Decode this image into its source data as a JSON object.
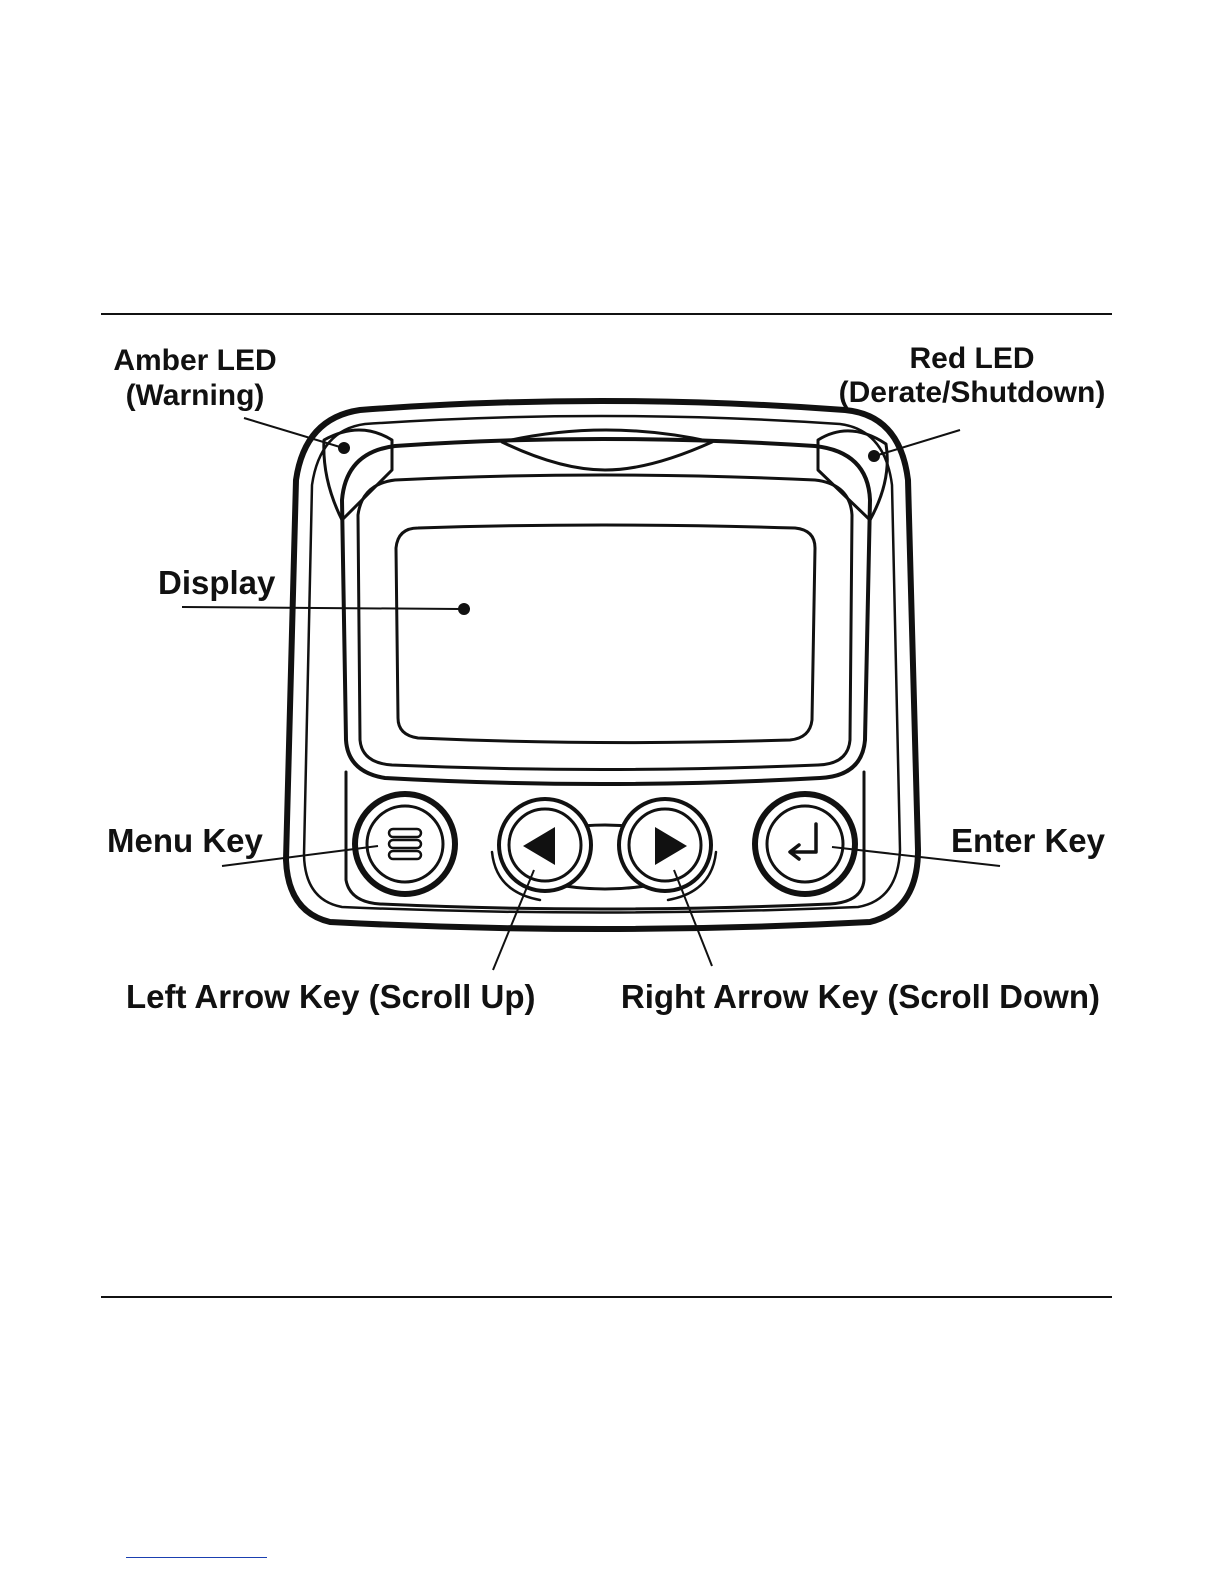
{
  "labels": {
    "amber_led_line1": "Amber LED",
    "amber_led_line2": "(Warning)",
    "red_led_line1": "Red LED",
    "red_led_line2": "(Derate/Shutdown)",
    "display": "Display",
    "menu_key": "Menu Key",
    "enter_key": "Enter Key",
    "left_arrow_key": "Left Arrow Key (Scroll Up)",
    "right_arrow_key": "Right Arrow Key (Scroll Down)"
  },
  "icons": {
    "menu_key": "menu-lines-icon",
    "left_arrow_key": "triangle-left-icon",
    "right_arrow_key": "triangle-right-icon",
    "enter_key": "return-arrow-icon"
  },
  "colors": {
    "ink": "#111111",
    "link_underline": "#1a3fb0"
  }
}
